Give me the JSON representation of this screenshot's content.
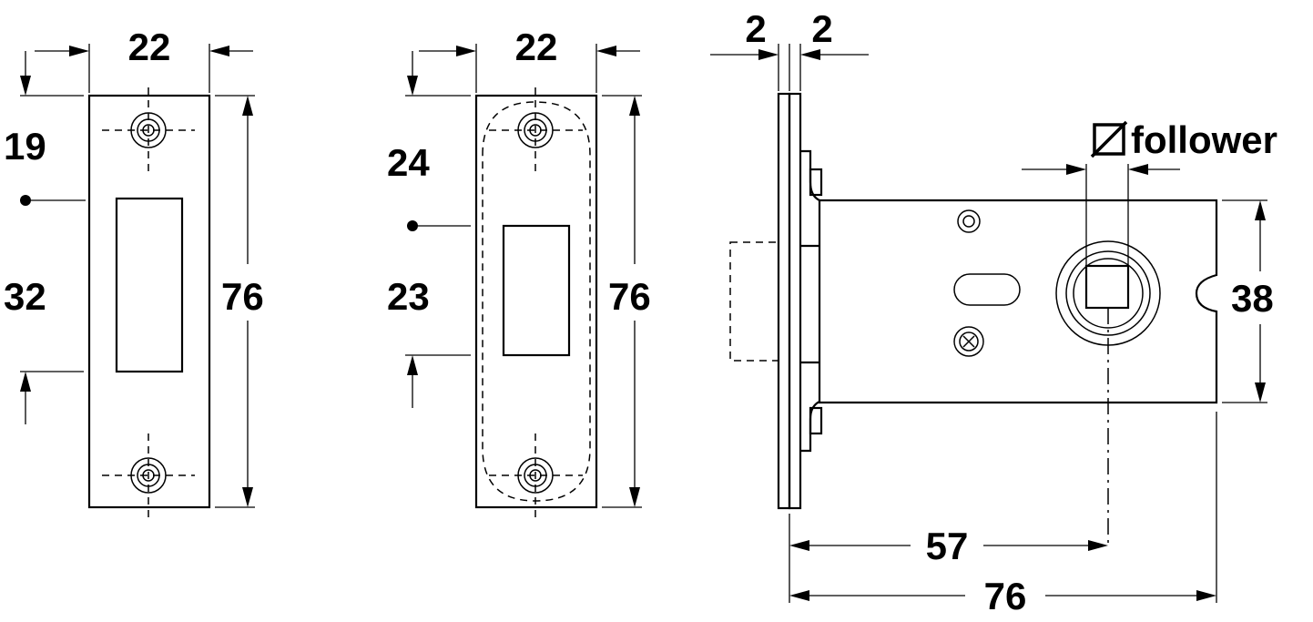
{
  "strike_plate_a": {
    "width_label": "22",
    "top_offset_label": "19",
    "bottom_offset_label": "32",
    "height_label": "76"
  },
  "strike_plate_b": {
    "width_label": "22",
    "top_offset_label": "24",
    "bottom_offset_label": "23",
    "height_label": "76"
  },
  "latch_side": {
    "faceplate_thickness_left_label": "2",
    "faceplate_thickness_right_label": "2",
    "follower_label": "follower",
    "follower_symbol": "square-follower-icon",
    "case_height_label": "38",
    "backset_label": "57",
    "total_length_label": "76"
  }
}
